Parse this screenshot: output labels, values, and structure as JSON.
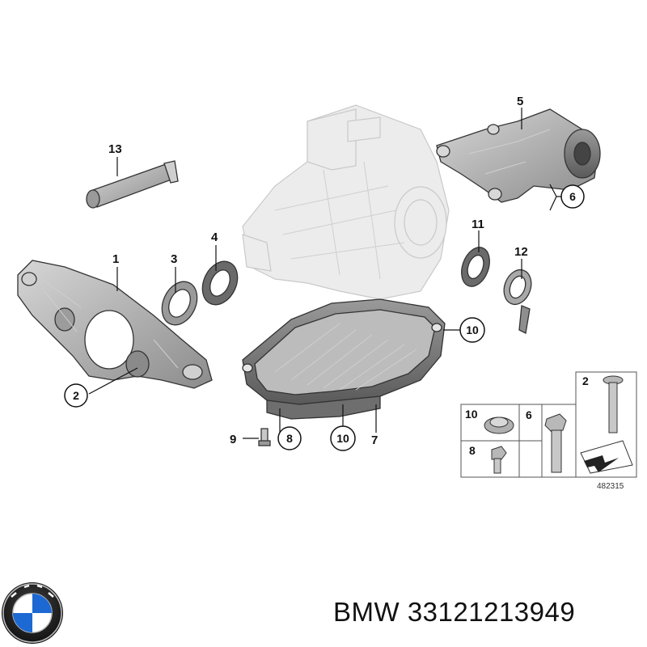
{
  "callouts": {
    "c1": "1",
    "c2": "2",
    "c3": "3",
    "c4": "4",
    "c5": "5",
    "c6": "6",
    "c7": "7",
    "c8": "8",
    "c9": "9",
    "c10a": "10",
    "c10b": "10",
    "c11": "11",
    "c12": "12",
    "c13": "13"
  },
  "legend": {
    "l10": "10",
    "l6": "6",
    "l2": "2",
    "l8": "8",
    "ref": "482315"
  },
  "caption": {
    "brand": "BMW",
    "part_number": "33121213949"
  },
  "colors": {
    "part_fill": "#b8b8b8",
    "part_dark": "#7a7a7a",
    "ghost_fill": "#ececec",
    "logo_blue": "#1c69d4"
  },
  "icons": {
    "logo": "bmw-roundel-icon"
  }
}
